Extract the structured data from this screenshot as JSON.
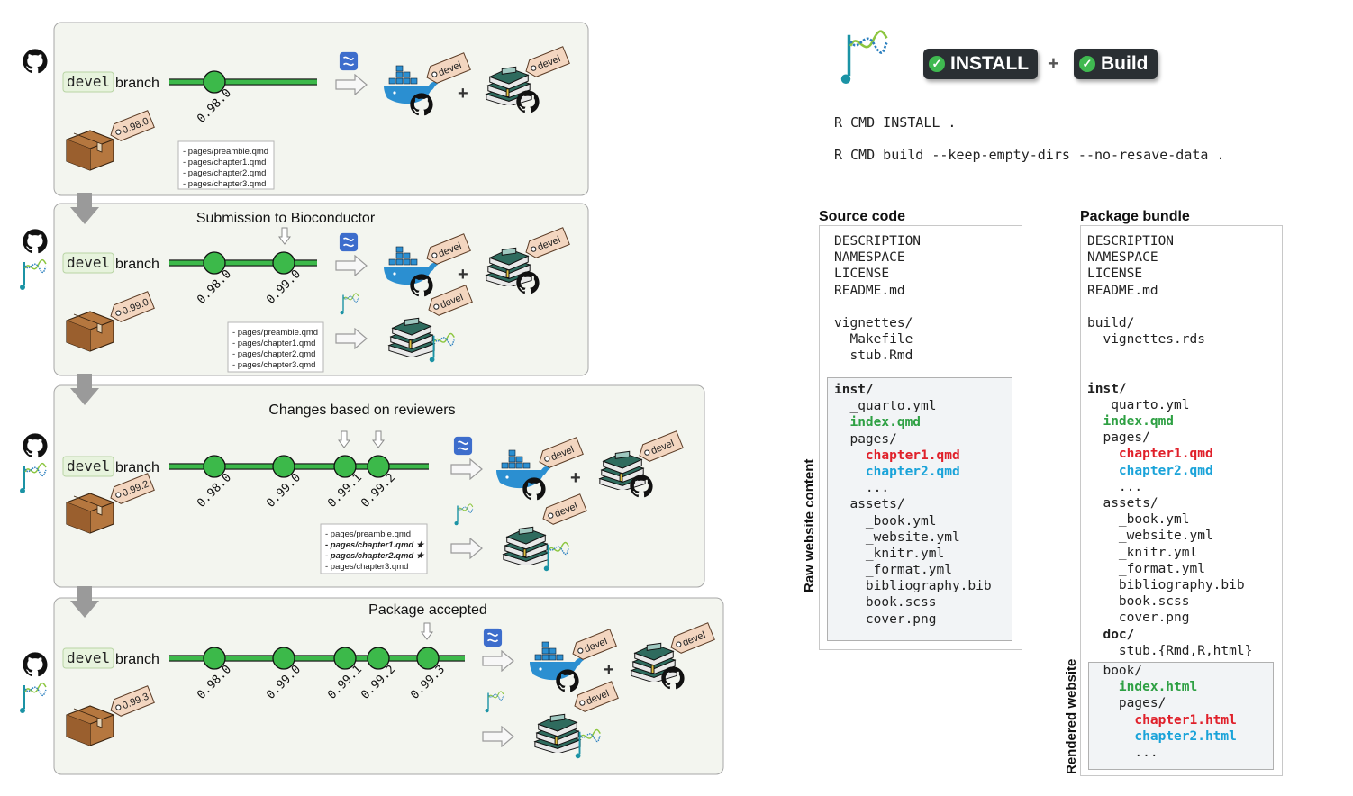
{
  "branch_word": "branch",
  "branch_tag": "devel",
  "tag_label": "devel",
  "steps": [
    {
      "caption": "",
      "package_version": "0.98.0",
      "commits": [
        "0.98.0"
      ],
      "files": [
        "- pages/preamble.qmd",
        "- pages/chapter1.qmd",
        "- pages/chapter2.qmd",
        "- pages/chapter3.qmd"
      ]
    },
    {
      "caption": "Submission to Bioconductor",
      "package_version": "0.99.0",
      "commits": [
        "0.98.0",
        "0.99.0"
      ],
      "files": [
        "- pages/preamble.qmd",
        "- pages/chapter1.qmd",
        "- pages/chapter2.qmd",
        "- pages/chapter3.qmd"
      ]
    },
    {
      "caption": "Changes based on reviewers",
      "package_version": "0.99.2",
      "commits": [
        "0.98.0",
        "0.99.0",
        "0.99.1",
        "0.99.2"
      ],
      "files": [
        "- pages/preamble.qmd",
        "- pages/chapter1.qmd ★",
        "- pages/chapter2.qmd ★",
        "- pages/chapter3.qmd"
      ]
    },
    {
      "caption": "Package accepted",
      "package_version": "0.99.3",
      "commits": [
        "0.98.0",
        "0.99.0",
        "0.99.1",
        "0.99.2",
        "0.99.3"
      ],
      "files": []
    }
  ],
  "badges": {
    "install": "INSTALL",
    "plus": "+",
    "build": "Build"
  },
  "commands": {
    "install": "R CMD INSTALL .",
    "build": "R CMD build --keep-empty-dirs --no-resave-data ."
  },
  "source_code": {
    "title": "Source code",
    "side_label": "Raw website content",
    "lines": [
      "DESCRIPTION",
      "NAMESPACE",
      "LICENSE",
      "README.md",
      "",
      "vignettes/",
      "  Makefile",
      "  stub.Rmd"
    ],
    "inst_lines": [
      "inst/",
      "  _quarto.yml",
      "  index.qmd",
      "  pages/",
      "    chapter1.qmd",
      "    chapter2.qmd",
      "    ...",
      "  assets/",
      "    _book.yml",
      "    _website.yml",
      "    _knitr.yml",
      "    _format.yml",
      "    bibliography.bib",
      "    book.scss",
      "    cover.png"
    ]
  },
  "package_bundle": {
    "title": "Package bundle",
    "side_label": "Rendered website",
    "lines": [
      "DESCRIPTION",
      "NAMESPACE",
      "LICENSE",
      "README.md",
      "",
      "build/",
      "  vignettes.rds",
      "",
      "",
      "inst/",
      "  _quarto.yml",
      "  index.qmd",
      "  pages/",
      "    chapter1.qmd",
      "    chapter2.qmd",
      "    ...",
      "  assets/",
      "    _book.yml",
      "    _website.yml",
      "    _knitr.yml",
      "    _format.yml",
      "    bibliography.bib",
      "    book.scss",
      "    cover.png",
      "  doc/",
      "    stub.{Rmd,R,html}"
    ],
    "book_lines": [
      "  book/",
      "    index.html",
      "    pages/",
      "      chapter1.html",
      "      chapter2.html",
      "      ..."
    ]
  },
  "colors": {
    "green": "#2ea043",
    "red": "#e0202a",
    "blue": "#1aa3d9",
    "branch": "#3cb94a",
    "tag": "#f3d6c0"
  }
}
